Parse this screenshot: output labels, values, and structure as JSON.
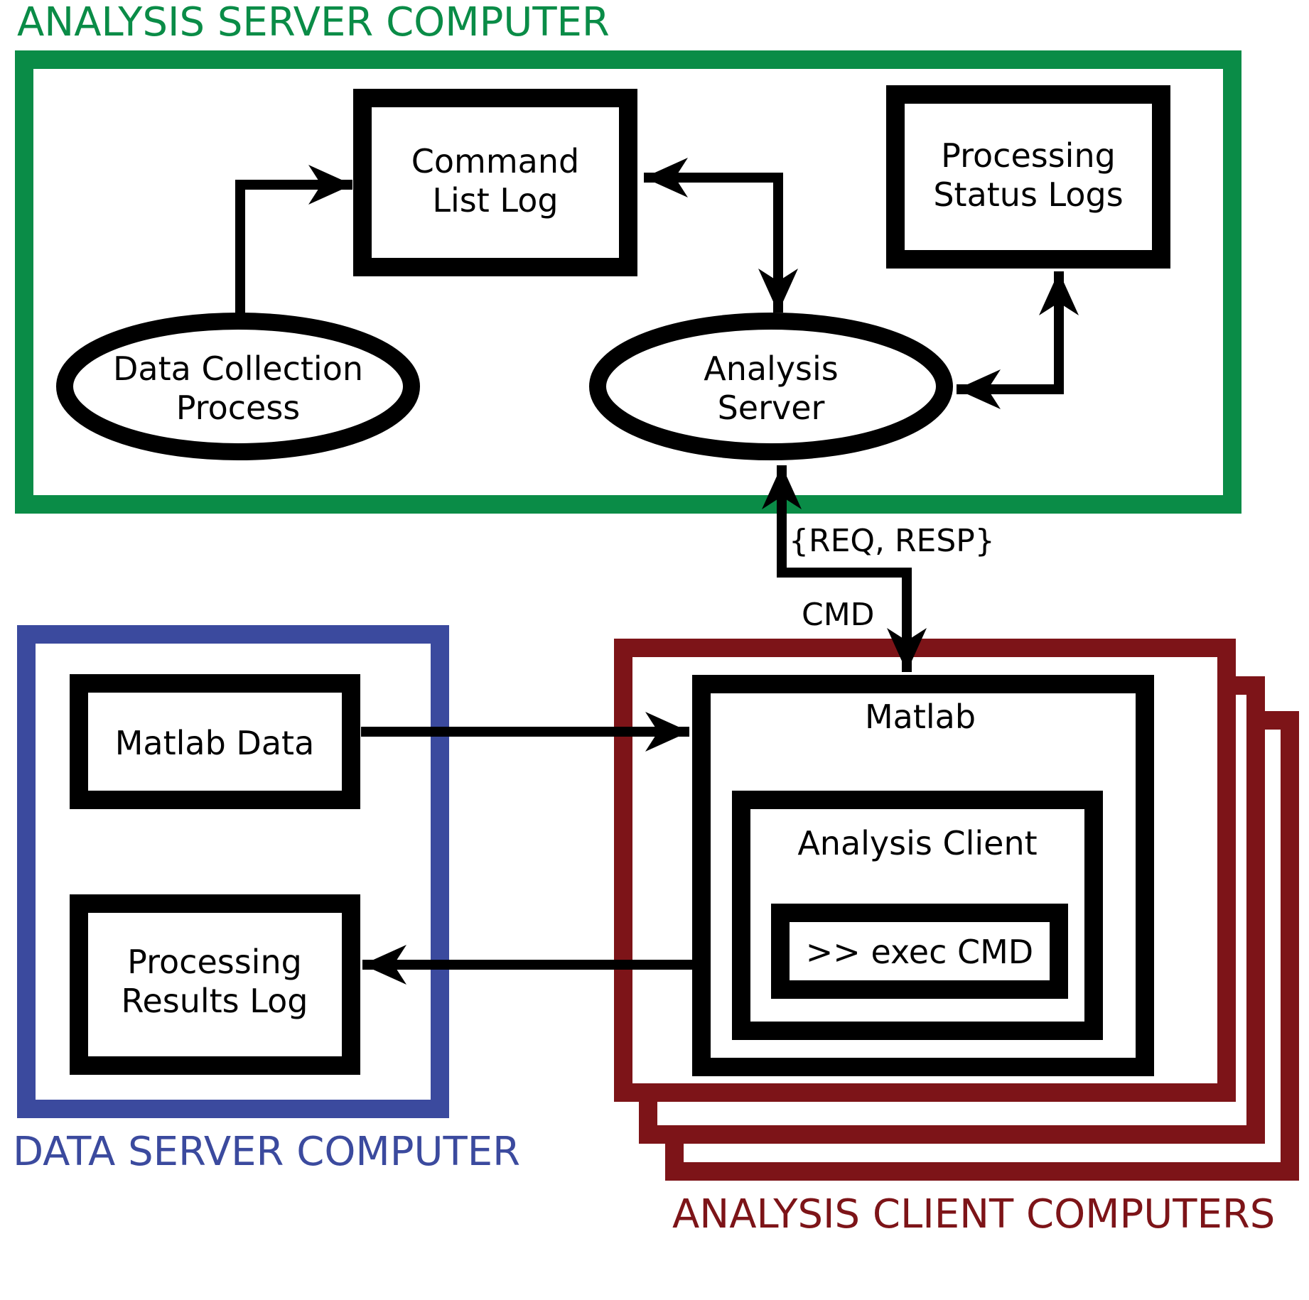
{
  "groups": {
    "analysis_server": {
      "title": "ANALYSIS SERVER COMPUTER"
    },
    "data_server": {
      "title": "DATA SERVER COMPUTER"
    },
    "analysis_clients": {
      "title": "ANALYSIS CLIENT COMPUTERS"
    }
  },
  "nodes": {
    "command_list_log": {
      "line1": "Command",
      "line2": "List Log"
    },
    "processing_status_logs": {
      "line1": "Processing",
      "line2": "Status Logs"
    },
    "data_collection_process": {
      "line1": "Data Collection",
      "line2": "Process"
    },
    "analysis_server": {
      "line1": "Analysis",
      "line2": "Server"
    },
    "matlab_data": {
      "label": "Matlab Data"
    },
    "processing_results_log": {
      "line1": "Processing",
      "line2": "Results Log"
    },
    "matlab": {
      "label": "Matlab"
    },
    "analysis_client": {
      "label": "Analysis Client"
    },
    "exec_cmd": {
      "label": ">> exec CMD"
    }
  },
  "edges": {
    "req_resp": {
      "label": "{REQ, RESP}"
    },
    "cmd": {
      "label": "CMD"
    }
  },
  "colors": {
    "analysis_server": "#0a8c47",
    "data_server": "#3b4a9e",
    "analysis_clients": "#7d1418",
    "ink": "#000000"
  }
}
